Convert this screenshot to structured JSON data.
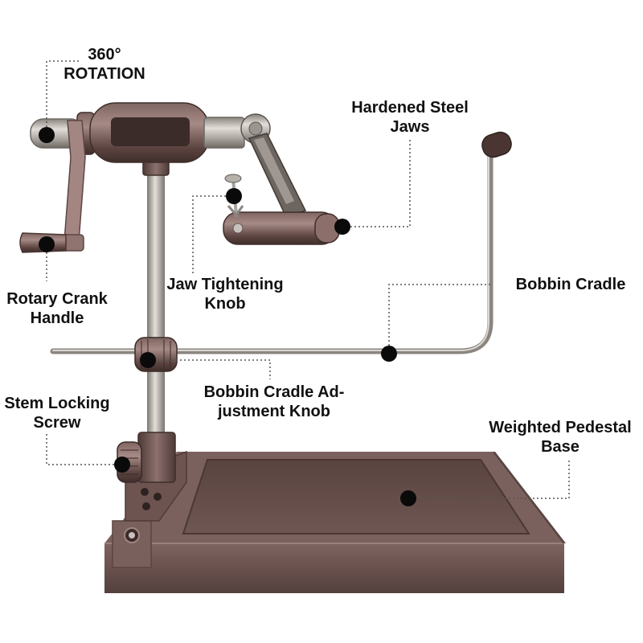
{
  "colors": {
    "bronze": "#6a4f4b",
    "bronze_dark": "#4a3532",
    "bronze_light": "#8f7470",
    "steel": "#b9b3ad",
    "steel_dark": "#7d7771",
    "callout": "#555555",
    "dot": "#0a0a0a"
  },
  "labels": {
    "rotation": {
      "line1": "360°",
      "line2": "ROTATION"
    },
    "jaws": {
      "line1": "Hardened Steel",
      "line2": "Jaws"
    },
    "jaw_knob": {
      "line1": "Jaw Tightening",
      "line2": "Knob"
    },
    "crank": {
      "line1": "Rotary Crank",
      "line2": "Handle"
    },
    "bobbin_cradle": {
      "line1": "Bobbin Cradle"
    },
    "cradle_knob": {
      "line1": "Bobbin Cradle Ad-",
      "line2": "justment Knob"
    },
    "stem_screw": {
      "line1": "Stem Locking",
      "line2": "Screw"
    },
    "base": {
      "line1": "Weighted Pedestal",
      "line2": "Base"
    }
  }
}
